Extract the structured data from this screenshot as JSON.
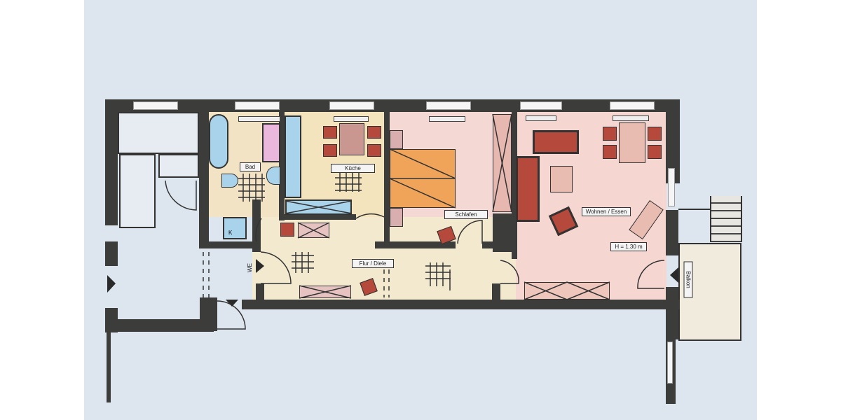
{
  "document": {
    "type": "floor plan (hand-colored apartment layout)",
    "rooms": [
      {
        "id": "bad",
        "label": "Bad",
        "color": "#f1e3c4"
      },
      {
        "id": "kueche",
        "label": "Küche",
        "color": "#f3e4bd"
      },
      {
        "id": "schlafen",
        "label": "Schlafen",
        "color": "#f4d8d4"
      },
      {
        "id": "wohnen",
        "label": "Wohnen / Essen",
        "color": "#f5d6d0"
      },
      {
        "id": "flur",
        "label": "Flur / Diele",
        "color": "#f3e9cf"
      },
      {
        "id": "balkon",
        "label": "Balkon",
        "color": "#f0ebdd"
      }
    ],
    "annotations": {
      "ceiling_height": "H = 1.30 m",
      "entrance_mark": "WE",
      "storage_mark": "K"
    },
    "colors": {
      "wall": "#3c3c3a",
      "paper": "#dde6ee",
      "bath_fixture": "#a9d3ea",
      "furniture": "#b4493c",
      "bed": "#f0a45a"
    }
  }
}
